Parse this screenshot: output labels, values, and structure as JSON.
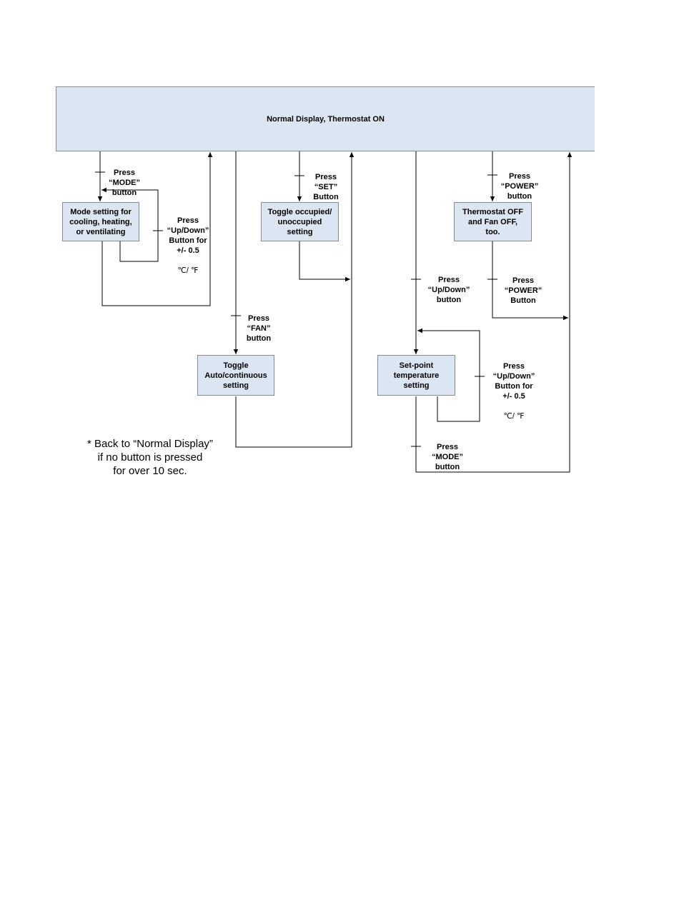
{
  "diagram": {
    "nodes": {
      "normal_display": "Normal Display, Thermostat ON",
      "mode_setting": "Mode setting for\ncooling, heating,\nor ventilating",
      "toggle_occupied": "Toggle occupied/\nunoccupied\nsetting",
      "thermostat_off": "Thermostat OFF\nand Fan  OFF,\ntoo.",
      "toggle_fan": "Toggle\nAuto/continuous\nsetting",
      "setpoint": "Set-point\ntemperature\nsetting"
    },
    "labels": {
      "press_mode_top": "Press\n“MODE”\nbutton",
      "press_updown_mode": "Press\n“Up/Down”\nButton for\n+/- 0.5",
      "unit_mode": "℃/ ℉",
      "press_set": "Press\n“SET”\nButton",
      "press_power_top": "Press\n“POWER”\nbutton",
      "press_updown_setpoint_entry": "Press\n“Up/Down”\nbutton",
      "press_power_bottom": "Press\n“POWER”\nButton",
      "press_fan": "Press\n“FAN”\nbutton",
      "press_updown_setpoint_adjust": "Press\n“Up/Down”\nButton for\n+/- 0.5",
      "unit_setpoint": "℃/ ℉",
      "press_mode_bottom": "Press\n“MODE”\nbutton"
    },
    "note": "* Back to “Normal Display”\nif no button is pressed\nfor over 10 sec.",
    "colors": {
      "box_fill": "#dce6f2",
      "box_border": "#7f8c9a",
      "line": "#000000"
    }
  }
}
